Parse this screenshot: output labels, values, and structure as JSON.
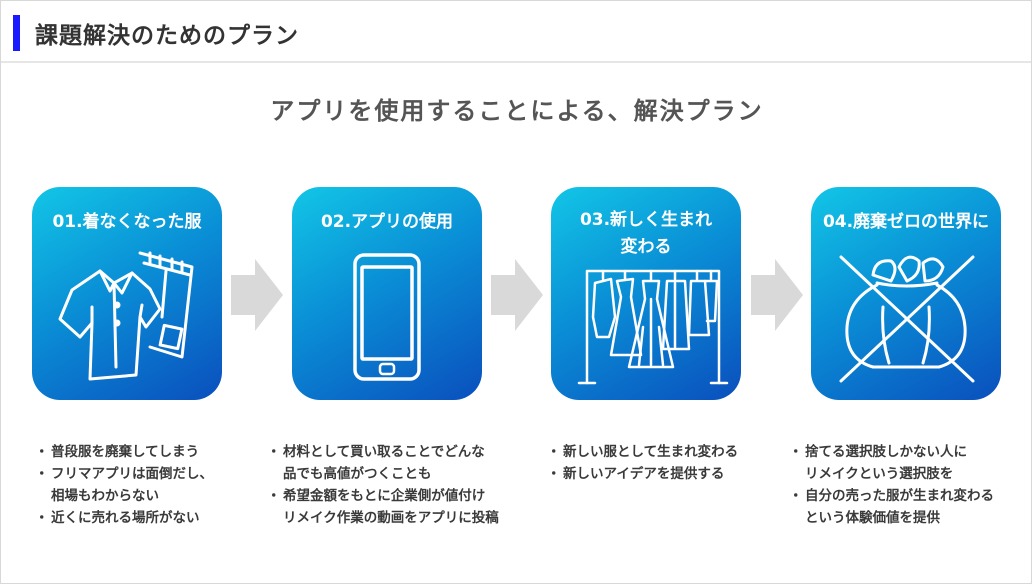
{
  "header": {
    "title": "課題解決のためのプラン"
  },
  "subtitle": "アプリを使用することによる、解決プラン",
  "steps": [
    {
      "title_line1": "01.着なくなった服",
      "title_line2": "",
      "icon": "clothes-icon",
      "bullets": [
        [
          "普段服を廃棄してしまう"
        ],
        [
          "フリマアプリは面倒だし、",
          "相場もわからない"
        ],
        [
          "近くに売れる場所がない"
        ]
      ]
    },
    {
      "title_line1": "02.アプリの使用",
      "title_line2": "",
      "icon": "smartphone-icon",
      "bullets": [
        [
          "材料として買い取ることでどんな",
          "品でも高値がつくことも"
        ],
        [
          "希望金額をもとに企業側が値付け",
          "リメイク作業の動画をアプリに投稿"
        ]
      ]
    },
    {
      "title_line1": "03.新しく生まれ",
      "title_line2": "変わる",
      "icon": "clothes-rack-icon",
      "bullets": [
        [
          "新しい服として生まれ変わる"
        ],
        [
          "新しいアイデアを提供する"
        ]
      ]
    },
    {
      "title_line1": "04.廃棄ゼロの世界に",
      "title_line2": "",
      "icon": "no-garbage-bag-icon",
      "bullets": [
        [
          "捨てる選択肢しかない人に",
          "リメイクという選択肢を"
        ],
        [
          "自分の売った服が生まれ変わる",
          "という体験価値を提供"
        ]
      ]
    }
  ],
  "colors": {
    "accent": "#1a1aff",
    "card_start": "#12c6e6",
    "card_end": "#0a4fbd",
    "arrow": "#d9d9d9"
  }
}
